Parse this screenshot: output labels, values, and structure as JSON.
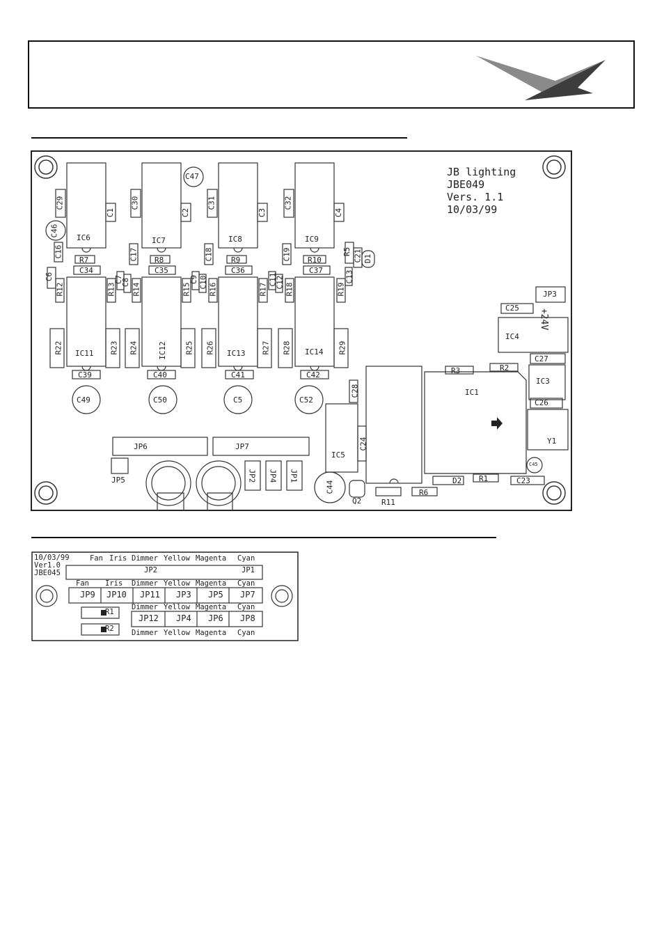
{
  "board1": {
    "info": [
      "JB lighting",
      "JBE049",
      "Vers. 1.1",
      "10/03/99"
    ],
    "ics": {
      "ic6": "IC6",
      "ic7": "IC7",
      "ic8": "IC8",
      "ic9": "IC9",
      "ic11": "IC11",
      "ic12": "IC12",
      "ic13": "IC13",
      "ic14": "IC14",
      "ic1": "IC1",
      "ic3": "IC3",
      "ic4": "IC4",
      "ic5": "IC5"
    },
    "caps": {
      "c29": "C29",
      "c30": "C30",
      "c31": "C31",
      "c32": "C32",
      "c1": "C1",
      "c2": "C2",
      "c3": "C3",
      "c4": "C4",
      "c46": "C46",
      "c47": "C47",
      "c6": "C6",
      "c16": "C16",
      "c17": "C17",
      "c18": "C18",
      "c19": "C19",
      "c34": "C34",
      "c35": "C35",
      "c36": "C36",
      "c37": "C37",
      "c7": "C7",
      "c8": "C8",
      "c9": "C9",
      "c10": "C10",
      "c11": "C11",
      "c12": "C12",
      "c13": "C13",
      "c21": "C21",
      "c39": "C39",
      "c40": "C40",
      "c41": "C41",
      "c42": "C42",
      "c49": "C49",
      "c50": "C50",
      "c5": "C5",
      "c52": "C52",
      "c25": "C25",
      "c27": "C27",
      "c26": "C26",
      "c28": "C28",
      "c24": "C24",
      "c23": "C23",
      "c44": "C44",
      "c45": "C45"
    },
    "res": {
      "r7": "R7",
      "r8": "R8",
      "r9": "R9",
      "r10": "R10",
      "r5": "R5",
      "r12": "R12",
      "r13": "R13",
      "r14": "R14",
      "r15": "R15",
      "r16": "R16",
      "r17": "R17",
      "r18": "R18",
      "r19": "R19",
      "r22": "R22",
      "r23": "R23",
      "r24": "R24",
      "r25": "R25",
      "r26": "R26",
      "r27": "R27",
      "r28": "R28",
      "r29": "R29",
      "r3": "R3",
      "r2": "R2",
      "r1": "R1",
      "r6": "R6",
      "r11": "R11"
    },
    "misc": {
      "d1": "D1",
      "d2": "D2",
      "q2": "Q2",
      "y1": "Y1",
      "jp1": "JP1",
      "jp2": "JP2",
      "jp3": "JP3",
      "jp4": "JP4",
      "jp5": "JP5",
      "jp6": "JP6",
      "jp7": "JP7",
      "v24": "+24V"
    }
  },
  "board2": {
    "info": [
      "10/03/99",
      "Ver1.0",
      "JBE045"
    ],
    "top_labels": [
      "Fan",
      "Iris",
      "Dimmer",
      "Yellow",
      "Magenta",
      "Cyan"
    ],
    "jp2": "JP2",
    "jp1": "JP1",
    "row1_top_labels": [
      "Fan",
      "Iris",
      "Dimmer",
      "Yellow",
      "Magenta",
      "Cyan"
    ],
    "row1": [
      "JP9",
      "JP10",
      "JP11",
      "JP3",
      "JP5",
      "JP7"
    ],
    "row2_top_labels": [
      "Dimmer",
      "Yellow",
      "Magenta",
      "Cyan"
    ],
    "row2": [
      "JP12",
      "JP4",
      "JP6",
      "JP8"
    ],
    "bottom_labels": [
      "Dimmer",
      "Yellow",
      "Magenta",
      "Cyan"
    ],
    "r1": "R1",
    "r2": "R2"
  }
}
